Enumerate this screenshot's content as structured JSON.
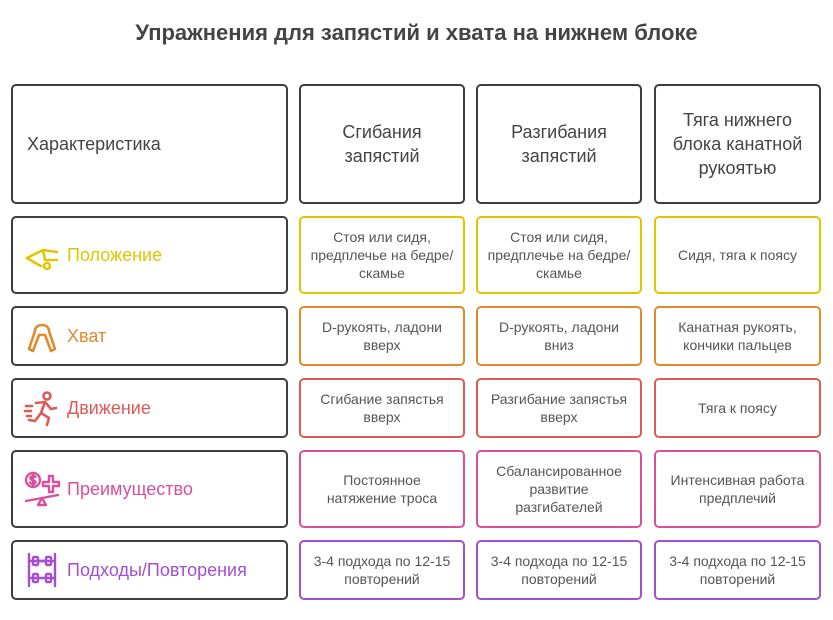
{
  "title": "Упражнения для запястий и хвата на нижнем блоке",
  "columns": {
    "c0": "Характеристика",
    "c1": "Сгибания запястий",
    "c2": "Разгибания запястий",
    "c3": "Тяга нижнего блока канатной рукоятью"
  },
  "rows": [
    {
      "label": "Положение",
      "icon": "position-icon",
      "color": "#e2c400",
      "cells": [
        "Стоя или сидя, предплечье на бедре/скамье",
        "Стоя или сидя, предплечье на бедре/скамье",
        "Сидя, тяга к поясу"
      ]
    },
    {
      "label": "Хват",
      "icon": "hand-gripper-icon",
      "color": "#e08a2c",
      "cells": [
        "D-рукоять, ладони вверх",
        "D-рукоять, ладони вниз",
        "Канатная рукоять, кончики пальцев"
      ]
    },
    {
      "label": "Движение",
      "icon": "running-figure-icon",
      "color": "#de5a55",
      "cells": [
        "Сгибание запястья вверх",
        "Разгибание запястья вверх",
        "Тяга к поясу"
      ]
    },
    {
      "label": "Преимущество",
      "icon": "balance-benefit-icon",
      "color": "#d94f9e",
      "cells": [
        "Постоянное натяжение троса",
        "Сбалансированное развитие разгибателей",
        "Интенсивная работа предплечий"
      ]
    },
    {
      "label": "Подходы/Повторения",
      "icon": "dumbbell-rack-icon",
      "color": "#a24fd0",
      "cells": [
        "3-4 подхода по 12-15 повторений",
        "3-4 подхода по 12-15 повторений",
        "3-4 подхода по 12-15 повторений"
      ]
    }
  ]
}
